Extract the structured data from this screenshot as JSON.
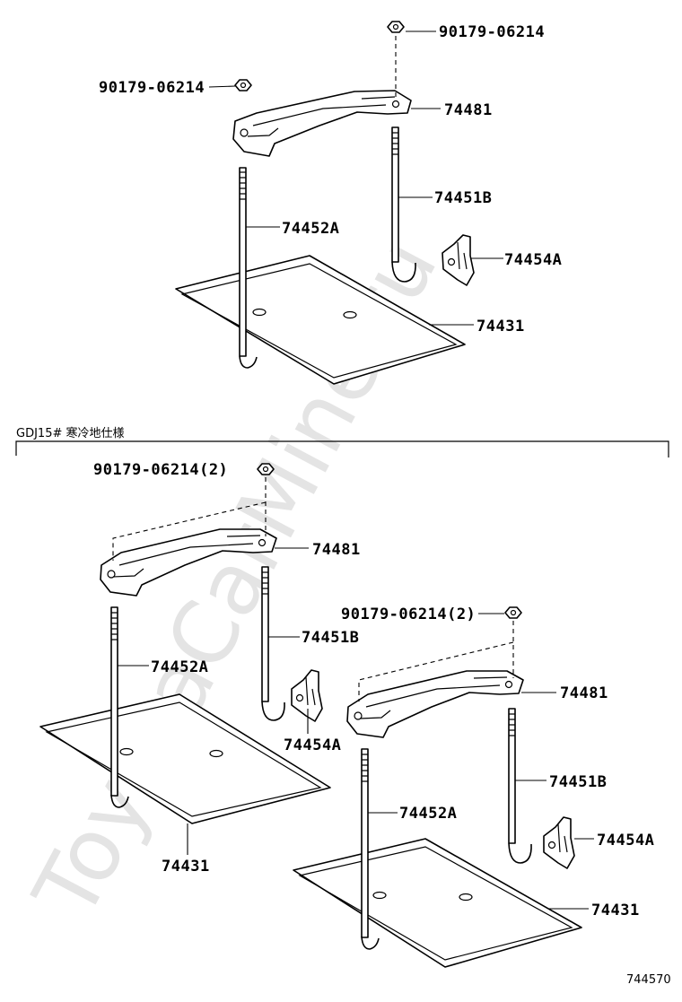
{
  "watermark": "ToyotaCarMine.ru",
  "section_caption": "GDJ15# 寒冷地仕様",
  "figure_code": "744570",
  "upper_group": {
    "nut_top": "90179-06214",
    "nut_left": "90179-06214",
    "clamp": "74481",
    "rod_b": "74451B",
    "rod_a": "74452A",
    "hook": "74454A",
    "tray": "74431"
  },
  "left_group": {
    "nut": "90179-06214(2)",
    "clamp": "74481",
    "rod_b": "74451B",
    "rod_a": "74452A",
    "hook": "74454A",
    "tray": "74431"
  },
  "right_group": {
    "nut": "90179-06214(2)",
    "clamp": "74481",
    "rod_b": "74451B",
    "rod_a": "74452A",
    "hook": "74454A",
    "tray": "74431"
  }
}
